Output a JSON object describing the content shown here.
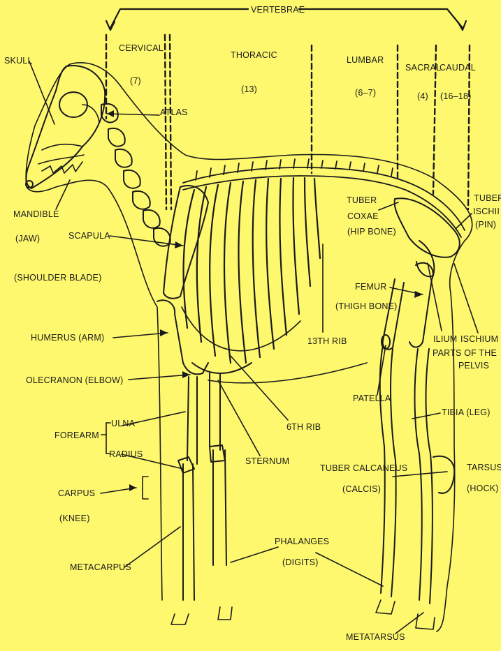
{
  "colors": {
    "background": "#FEF86E",
    "ink": "#1a1a1a"
  },
  "vertebrae": {
    "title": "VERTEBRAE",
    "cervical": {
      "name": "CERVICAL",
      "count": "(7)"
    },
    "thoracic": {
      "name": "THORACIC",
      "count": "(13)"
    },
    "lumbar": {
      "name": "LUMBAR",
      "count": "(6–7)"
    },
    "sacral": {
      "name": "SACRAL",
      "count": "(4)"
    },
    "caudal": {
      "name": "CAUDAL",
      "count": "(16–18)"
    }
  },
  "labels": {
    "skull": "SKULL",
    "atlas": "ATLAS",
    "mandible": "MANDIBLE",
    "jaw": "(JAW)",
    "scapula": "SCAPULA",
    "shoulder_blade": "(SHOULDER BLADE)",
    "humerus": "HUMERUS  (ARM)",
    "olecranon": "OLECRANON  (ELBOW)",
    "forearm": "FOREARM",
    "ulna": "ULNA",
    "radius": "RADIUS",
    "carpus": "CARPUS",
    "knee": "(KNEE)",
    "metacarpus": "METACARPUS",
    "rib13": "13TH  RIB",
    "rib6": "6TH   RIB",
    "sternum": "STERNUM",
    "phalanges": "PHALANGES",
    "digits": "(DIGITS)",
    "tuber_coxae": "TUBER",
    "coxae": "COXAE",
    "hip_bone": "(HIP BONE)",
    "tuber_ischii": "TUBER",
    "ischii": "ISCHII",
    "pin": "(PIN)",
    "femur": "FEMUR",
    "thigh_bone": "(THIGH  BONE)",
    "ilium": "ILIUM",
    "ischium": "ISCHIUM",
    "parts_of_the": "PARTS OF THE",
    "pelvis": "PELVIS",
    "patella": "PATELLA",
    "tibia": "TIBIA  (LEG)",
    "tuber_calcaneus": "TUBER   CALCANEUS",
    "calcis": "(CALCIS)",
    "tarsus": "TARSUS",
    "hock": "(HOCK)",
    "metatarsus": "METATARSUS"
  }
}
